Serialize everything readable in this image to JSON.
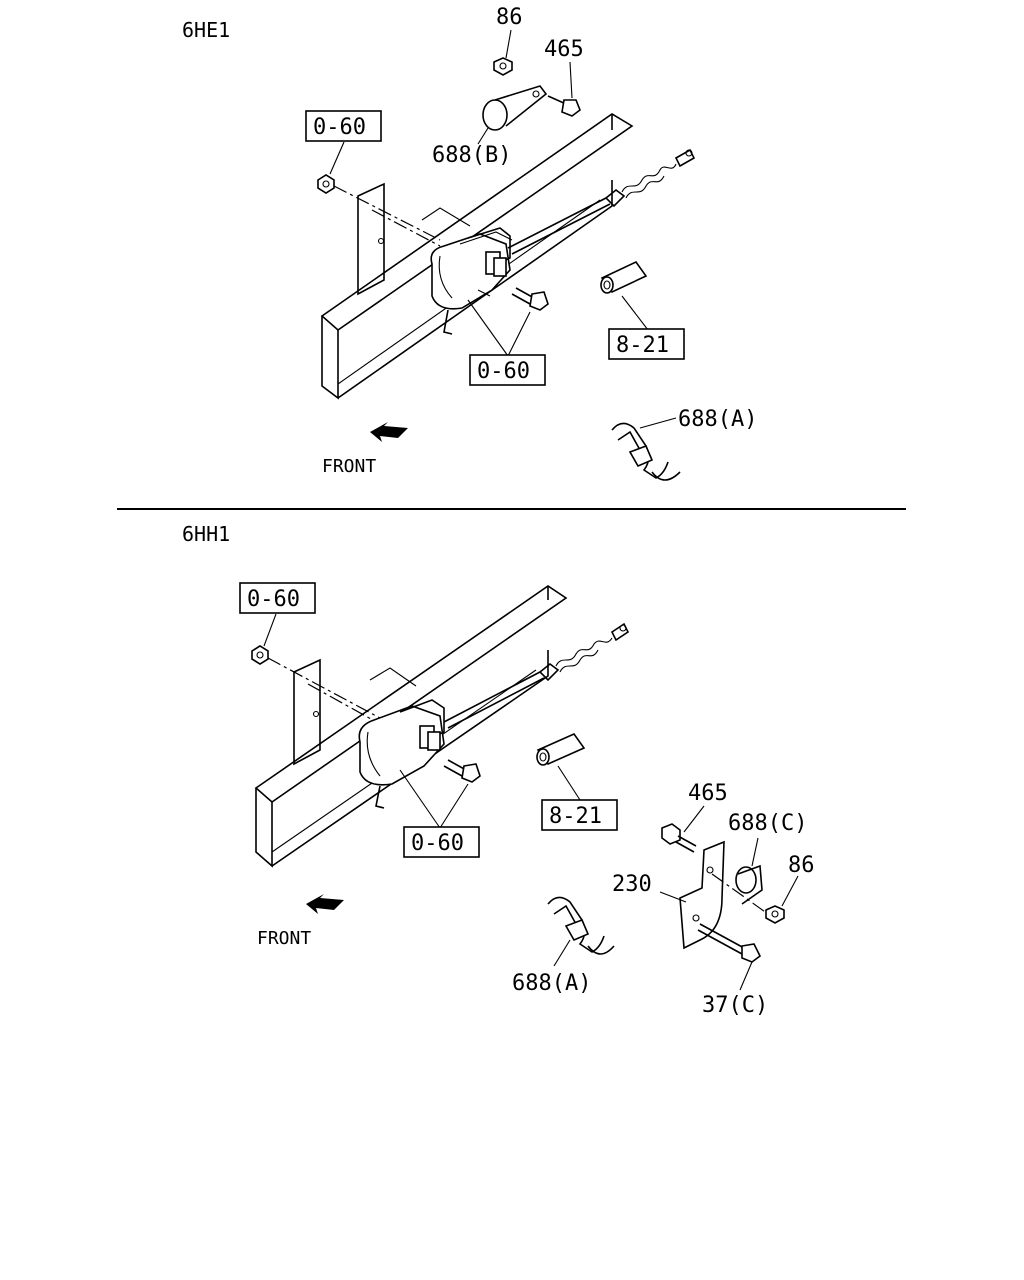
{
  "sections": {
    "top": {
      "title": "6HE1",
      "labels": {
        "nut_86": "86",
        "bolt_465": "465",
        "clip_688b": "688(B)",
        "ref_060_upper": "0-60",
        "ref_060_lower": "0-60",
        "ref_821": "8-21",
        "clamp_688a": "688(A)"
      },
      "front": "FRONT"
    },
    "bottom": {
      "title": "6HH1",
      "labels": {
        "ref_060_upper": "0-60",
        "ref_060_lower": "0-60",
        "ref_821": "8-21",
        "bolt_465": "465",
        "clip_688c": "688(C)",
        "nut_86": "86",
        "bracket_230": "230",
        "clamp_688a": "688(A)",
        "bolt_37c": "37(C)"
      },
      "front": "FRONT"
    }
  }
}
